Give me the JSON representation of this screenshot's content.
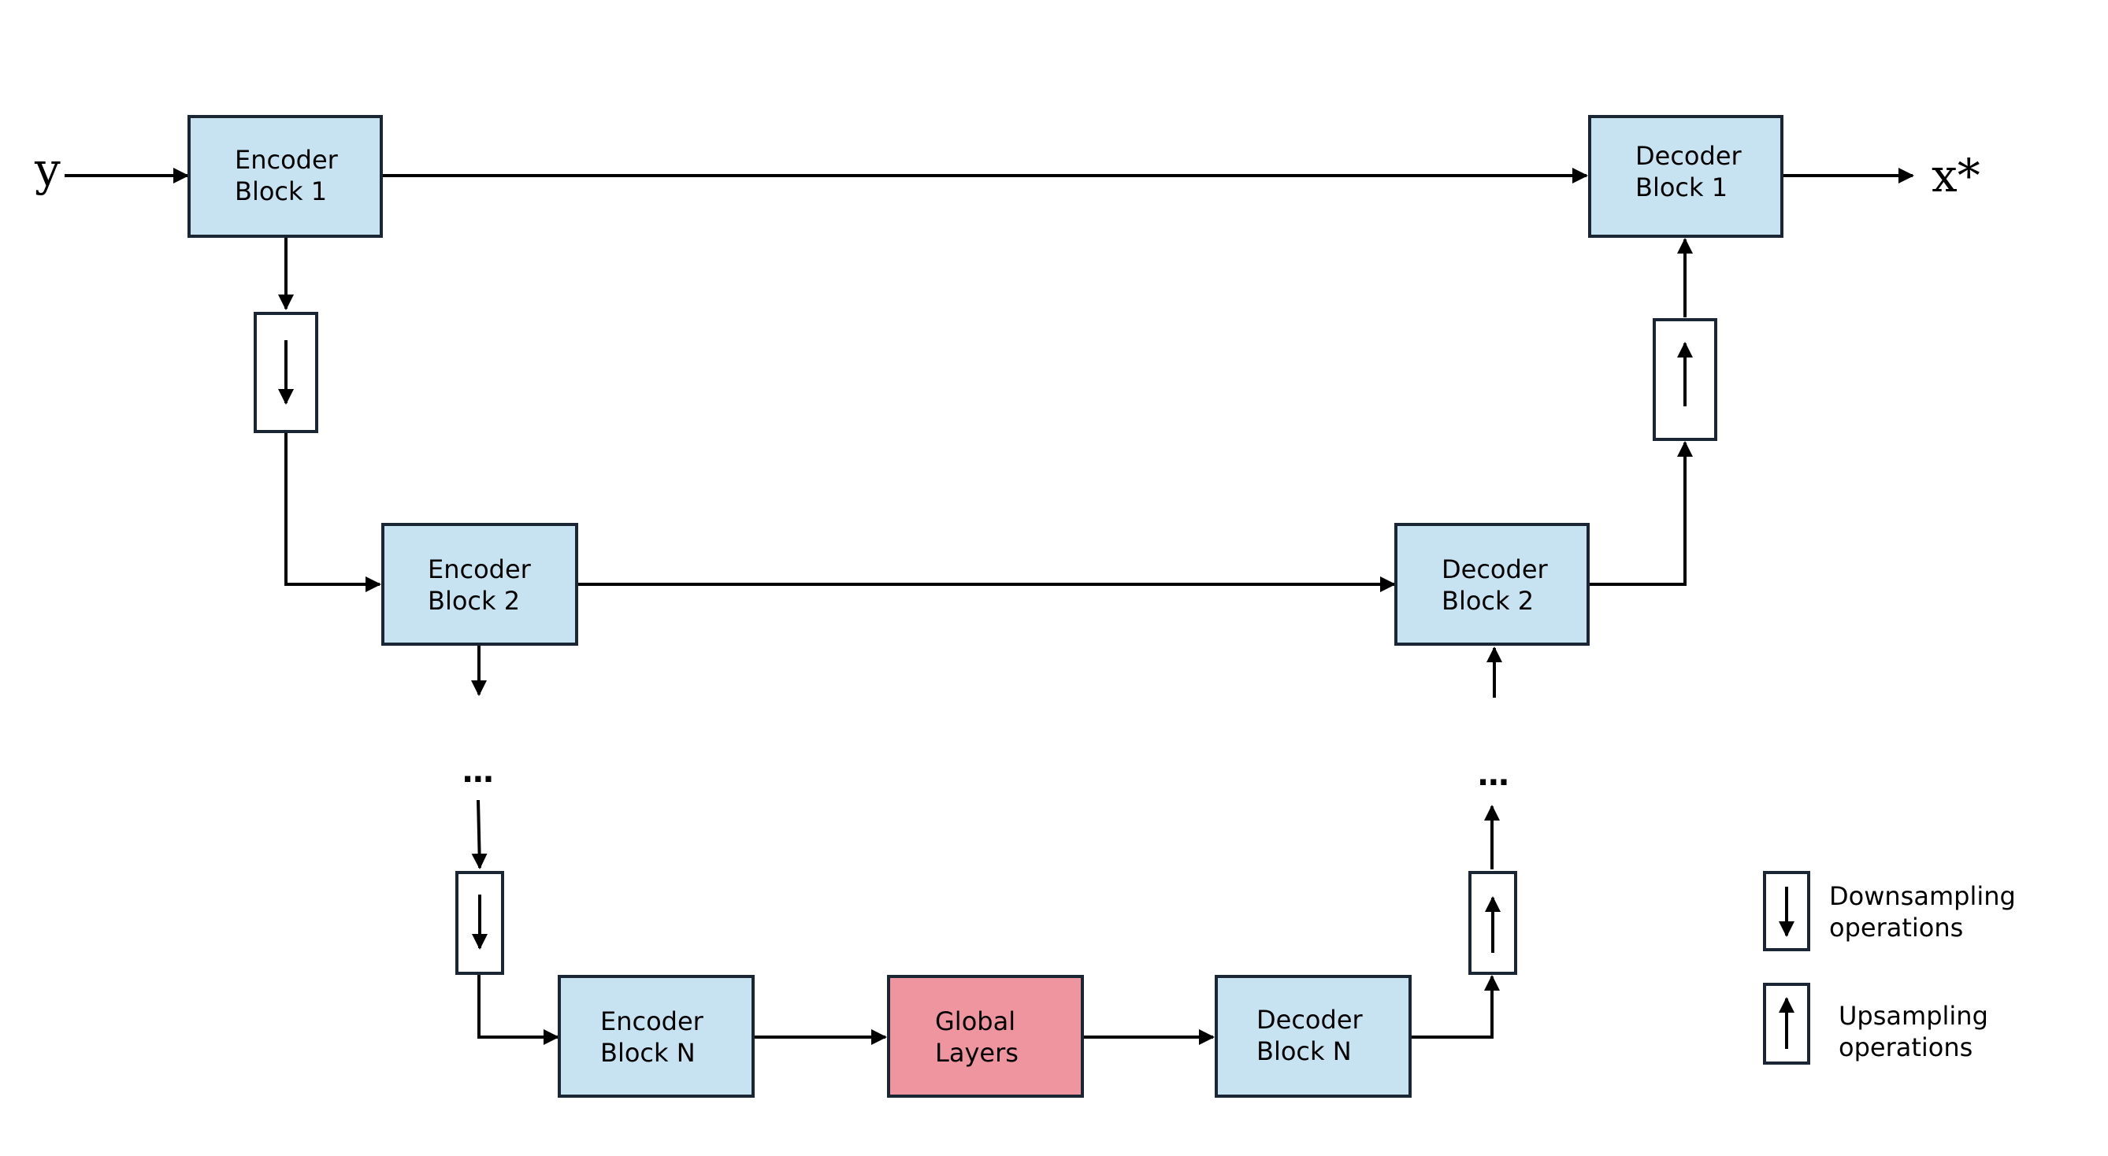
{
  "input_label": "y",
  "output_label": "x*",
  "ellipsis": "...",
  "blocks": {
    "enc1": {
      "line1": "Encoder",
      "line2": "Block 1"
    },
    "enc2": {
      "line1": "Encoder",
      "line2": "Block 2"
    },
    "encN": {
      "line1": "Encoder",
      "line2": "Block N"
    },
    "global": {
      "line1": "Global",
      "line2": "Layers"
    },
    "decN": {
      "line1": "Decoder",
      "line2": "Block N"
    },
    "dec2": {
      "line1": "Decoder",
      "line2": "Block 2"
    },
    "dec1": {
      "line1": "Decoder",
      "line2": "Block 1"
    }
  },
  "legend": {
    "down": {
      "line1": "Downsampling",
      "line2": "operations"
    },
    "up": {
      "line1": "Upsampling",
      "line2": "operations"
    }
  },
  "colors": {
    "block_fill": "#c7e2f0",
    "global_fill": "#ef95a0",
    "stroke": "#1b2634"
  }
}
